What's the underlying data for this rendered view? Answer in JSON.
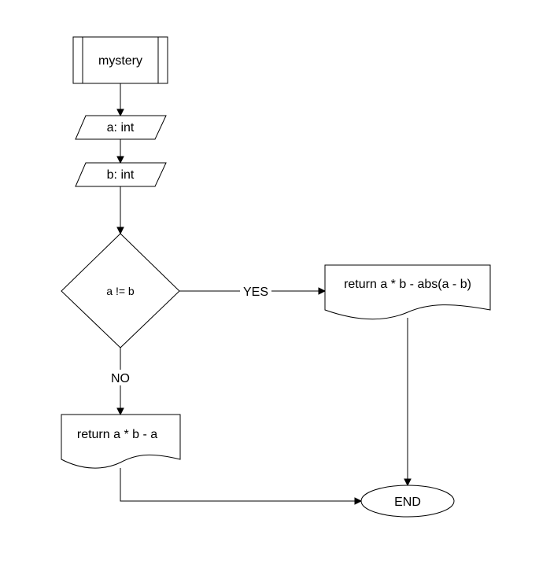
{
  "flowchart": {
    "process_label": "mystery",
    "input_a_label": "a: int",
    "input_b_label": "b: int",
    "decision_label": "a != b",
    "yes_label": "YES",
    "no_label": "NO",
    "yes_output_label": "return a * b - abs(a - b)",
    "no_output_label": "return a * b - a",
    "end_label": "END"
  }
}
